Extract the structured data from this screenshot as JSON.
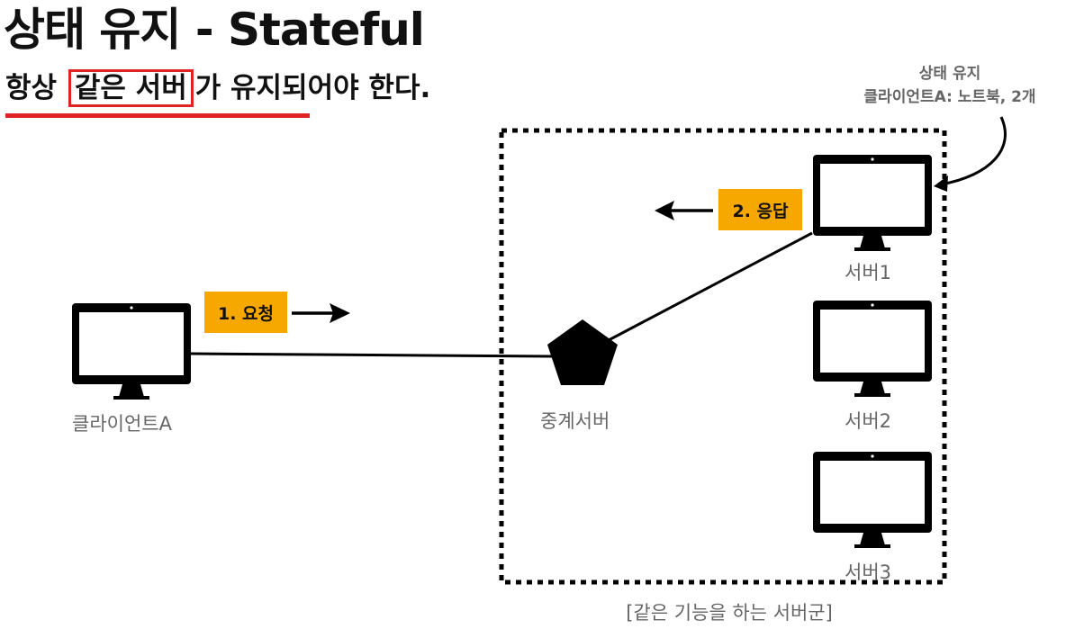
{
  "title": "상태 유지 - Stateful",
  "subtitle": {
    "prefix": "항상 ",
    "highlight": "같은 서버",
    "suffix": "가 유지되어야 한다."
  },
  "client": {
    "label": "클라이언트A",
    "icon": "monitor-icon"
  },
  "relay": {
    "label": "중계서버",
    "icon": "pentagon-icon"
  },
  "servers": [
    {
      "label": "서버1",
      "icon": "monitor-icon"
    },
    {
      "label": "서버2",
      "icon": "monitor-icon"
    },
    {
      "label": "서버3",
      "icon": "monitor-icon"
    }
  ],
  "request_tag": "1. 요청",
  "response_tag": "2. 응답",
  "note": {
    "line1": "상태 유지",
    "line2": "클라이언트A: 노트북, 2개"
  },
  "group_label": "[같은 기능을 하는 서버군]",
  "colors": {
    "accent": "#f6a800",
    "highlight": "#e02424"
  }
}
